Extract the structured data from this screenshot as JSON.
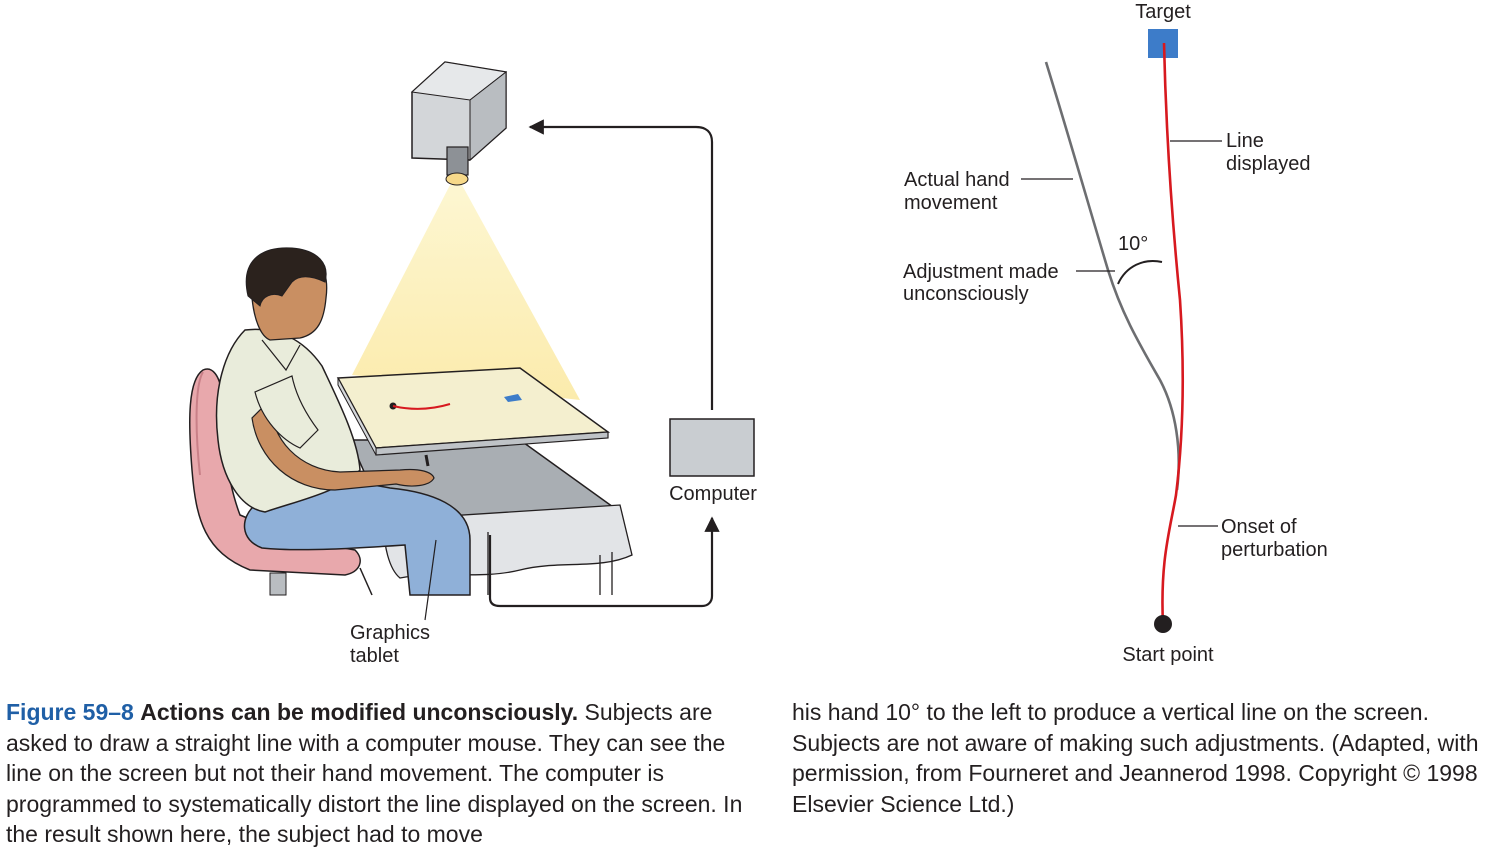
{
  "labels": {
    "computer": "Computer",
    "graphics_tablet_1": "Graphics",
    "graphics_tablet_2": "tablet",
    "target": "Target",
    "line_displayed_1": "Line",
    "line_displayed_2": "displayed",
    "actual_hand_1": "Actual hand",
    "actual_hand_2": "movement",
    "angle": "10°",
    "adjustment_1": "Adjustment made",
    "adjustment_2": "unconsciously",
    "onset_1": "Onset of",
    "onset_2": "perturbation",
    "start_point": "Start point"
  },
  "caption": {
    "figure_number": "Figure 59–8",
    "title": "Actions can be modified unconsciously.",
    "left_body": "Subjects are asked to draw a straight line with a computer mouse. They can see the line on the screen but not their hand movement. The computer is programmed to systematically distort the line displayed on the screen. In the result shown here, the subject had to move",
    "right_body": "his hand 10° to the left to produce a vertical line on the screen. Subjects are not aware of making such adjustments. (Adapted, with permission, from Fourneret and Jeannerod 1998. Copyright © 1998 Elsevier Science Ltd.)"
  },
  "colors": {
    "displayed_line": "#d7191f",
    "hand_line": "#6d6e71",
    "target": "#3d7cc9",
    "figure_number": "#1f5fa6",
    "light_beam": "#fdf3c4"
  }
}
